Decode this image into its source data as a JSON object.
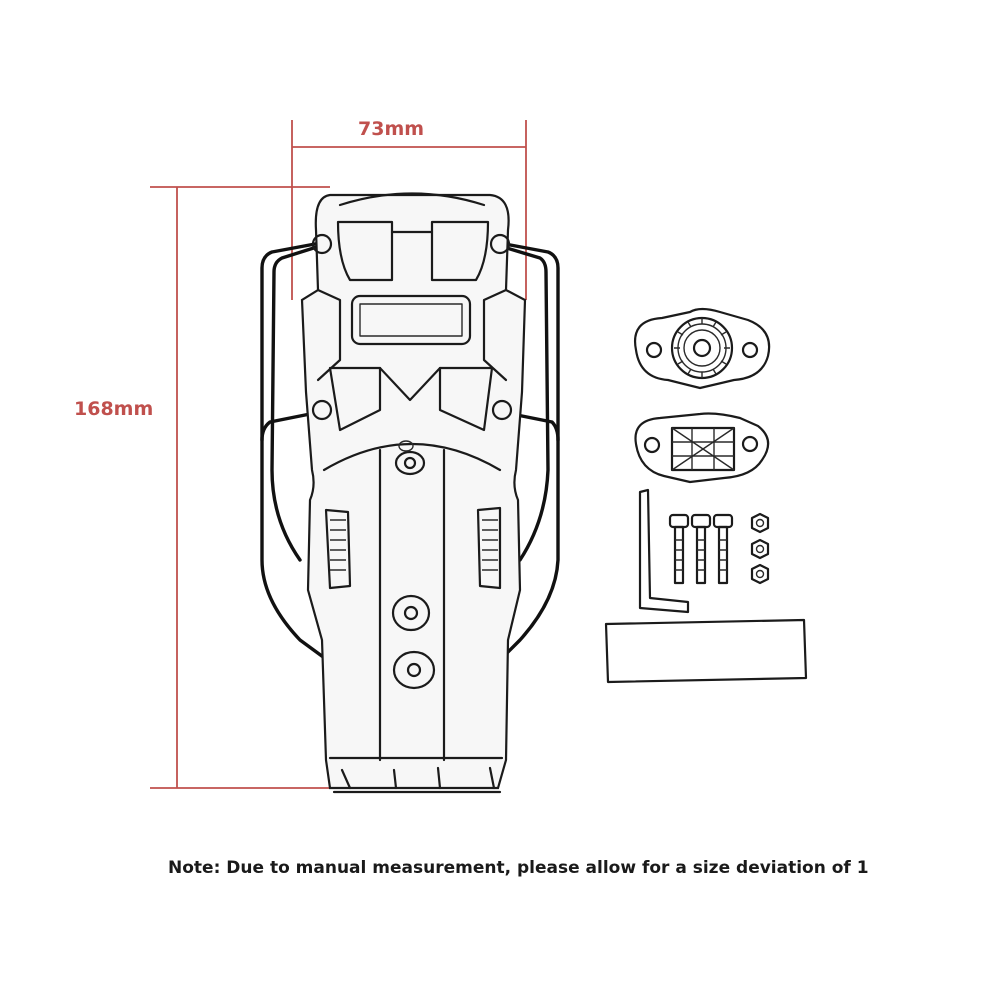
{
  "dimensions": {
    "width_label": "73mm",
    "height_label": "168mm",
    "dimension_color": "#c0504d"
  },
  "note": {
    "text": "Note: Due to manual measurement, please allow for a size deviation of 1"
  },
  "parts": {
    "main": "holster-mount-bracket",
    "accessories": [
      "quick-release-mount-top",
      "quick-release-mount-bottom",
      "hex-key",
      "bolts",
      "nuts",
      "adhesive-pad"
    ]
  }
}
